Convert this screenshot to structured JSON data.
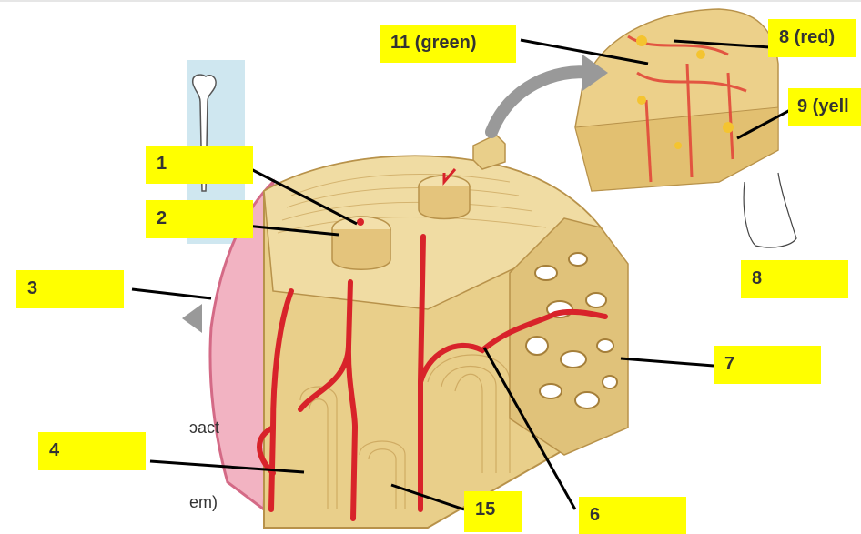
{
  "labels": {
    "l1": "1",
    "l2": "2",
    "l3": "3",
    "l4": "4",
    "l6": "6",
    "l7": "7",
    "l8": "8",
    "l8red": "8 (red)",
    "l9": "9 (yell",
    "l11": "11 (green)",
    "l15": "15"
  },
  "partial_text": {
    "compact": "ɔact",
    "system": "em)"
  },
  "colors": {
    "label_bg": "#ffff00",
    "bone": "#e9cf8a",
    "bone_dark": "#c9a35a",
    "vessel": "#d8232a",
    "periosteum": "#e88aa0",
    "sky": "#cfe7f0"
  }
}
